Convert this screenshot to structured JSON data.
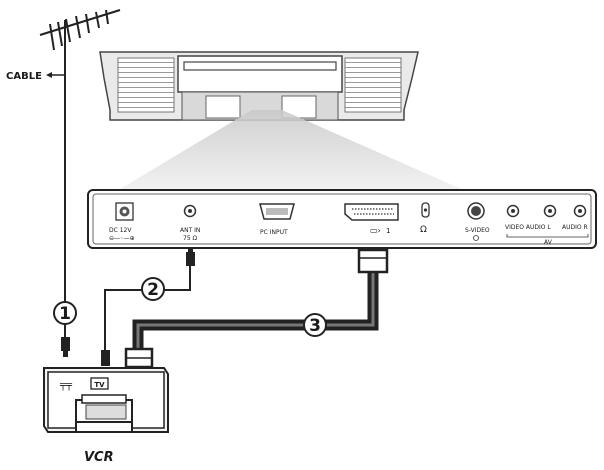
{
  "labels": {
    "cable": "CABLE",
    "vcr": "VCR",
    "tv_badge": "TV"
  },
  "panel": {
    "dc_in": "DC 12V",
    "ant_in_line1": "ANT IN",
    "ant_in_line2": "75 Ω",
    "pc_input": "PC INPUT",
    "scart": "1",
    "headphone": "Ω",
    "s_video": "S-VIDEO",
    "video_mono": "VIDEO AUDIO L",
    "audio_r": "AUDIO R",
    "av": "AV"
  },
  "callouts": [
    "1",
    "2",
    "3"
  ]
}
